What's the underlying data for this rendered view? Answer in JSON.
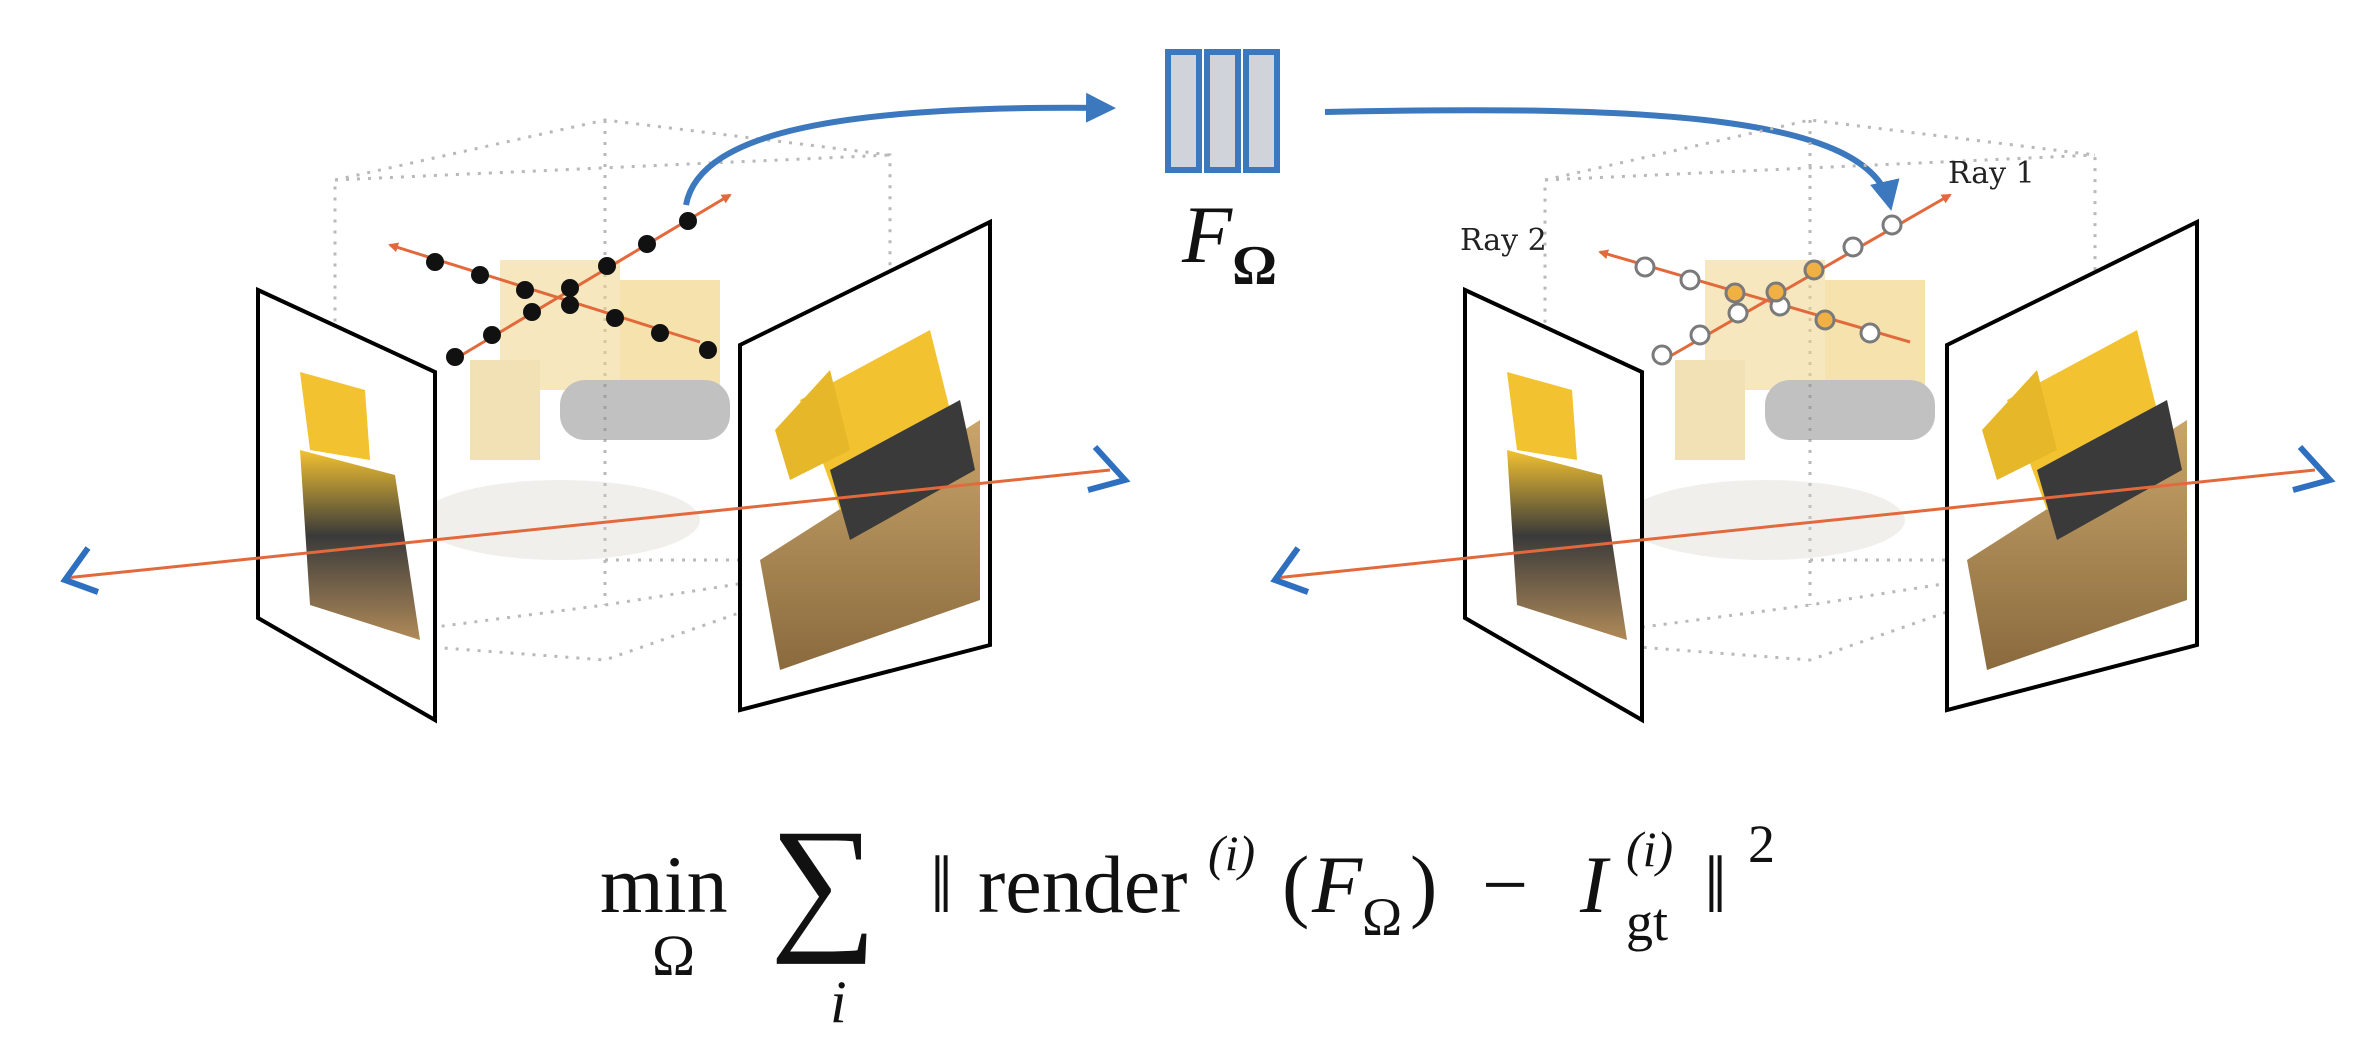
{
  "network": {
    "symbol_main": "F",
    "symbol_sub": "Ω",
    "box_fill": "#d0d4da",
    "box_stroke": "#3b78bd"
  },
  "left_panel": {
    "sample_points": "solid"
  },
  "right_panel": {
    "ray_1_label": "Ray 1",
    "ray_2_label": "Ray 2",
    "sample_points": "hollow"
  },
  "formula": {
    "min": "min",
    "min_sub": "Ω",
    "sum": "∑",
    "sum_sub": "i",
    "norm_open": "‖",
    "render": "render",
    "render_sup": "(i)",
    "paren_open": "(",
    "F": "F",
    "F_sub": "Ω",
    "paren_close": ")",
    "minus": "−",
    "I": "I",
    "I_sup": "(i)",
    "I_sub": "gt",
    "norm_close": "‖",
    "power": "2"
  },
  "colors": {
    "ray": "#e2693c",
    "camera": "#2f6fbf",
    "arrow": "#3b78bd",
    "box_dotted": "#b9b9b9",
    "sample_highlight": "#f0b043",
    "sample_hollow_stroke": "#7a7a7a"
  }
}
